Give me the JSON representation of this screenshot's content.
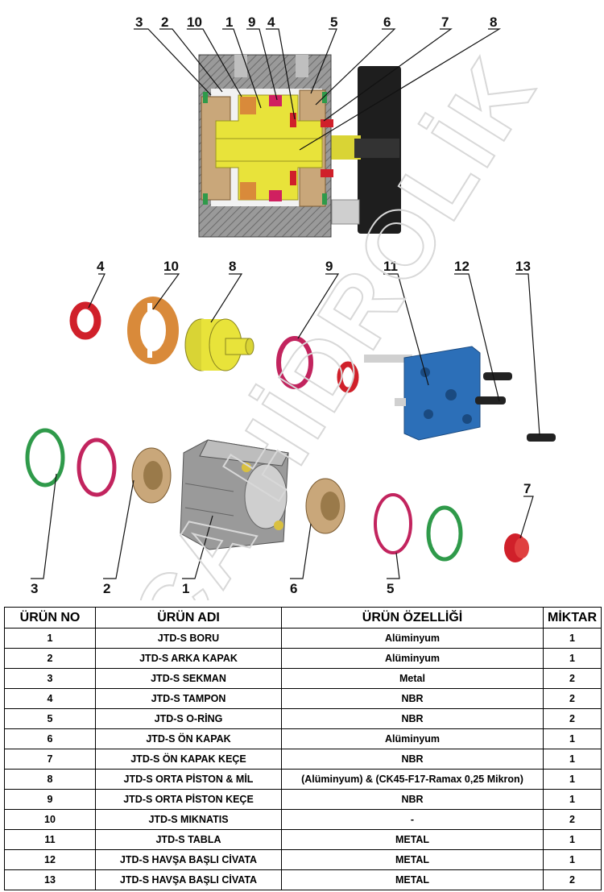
{
  "watermark": "ARICA HİDROLİK",
  "callouts": {
    "cross_section": [
      "3",
      "2",
      "10",
      "1",
      "9",
      "4",
      "5",
      "6",
      "7",
      "8"
    ],
    "exploded": [
      "4",
      "10",
      "8",
      "9",
      "11",
      "12",
      "13",
      "3",
      "2",
      "1",
      "6",
      "5",
      "7"
    ]
  },
  "colors": {
    "body_gray": "#8c8c8c",
    "piston_yellow": "#e8e33a",
    "cap_bronze": "#c9a77a",
    "magnet_orange": "#d98a3a",
    "seal_red": "#d0202a",
    "seal_magenta": "#c2245e",
    "circlip_green": "#2f9a4a",
    "plate_blue": "#2c6fb8",
    "plate_black": "#1e1e1e"
  },
  "table": {
    "headers": [
      "ÜRÜN NO",
      "ÜRÜN ADI",
      "ÜRÜN ÖZELLİĞİ",
      "MİKTAR"
    ],
    "rows": [
      [
        "1",
        "JTD-S  BORU",
        "Alüminyum",
        "1"
      ],
      [
        "2",
        "JTD-S  ARKA KAPAK",
        "Alüminyum",
        "1"
      ],
      [
        "3",
        "JTD-S  SEKMAN",
        "Metal",
        "2"
      ],
      [
        "4",
        "JTD-S  TAMPON",
        "NBR",
        "2"
      ],
      [
        "5",
        "JTD-S  O-RİNG",
        "NBR",
        "2"
      ],
      [
        "6",
        "JTD-S  ÖN KAPAK",
        "Alüminyum",
        "1"
      ],
      [
        "7",
        "JTD-S  ÖN KAPAK KEÇE",
        "NBR",
        "1"
      ],
      [
        "8",
        "JTD-S ORTA PİSTON & MİL",
        "(Alüminyum) & (CK45-F17-Ramax 0,25 Mikron)",
        "1"
      ],
      [
        "9",
        "JTD-S  ORTA PİSTON KEÇE",
        "NBR",
        "1"
      ],
      [
        "10",
        "JTD-S  MIKNATIS",
        "-",
        "2"
      ],
      [
        "11",
        "JTD-S  TABLA",
        "METAL",
        "1"
      ],
      [
        "12",
        "JTD-S HAVŞA BAŞLI CİVATA",
        "METAL",
        "1"
      ],
      [
        "13",
        "JTD-S HAVŞA BAŞLI CİVATA",
        "METAL",
        "2"
      ]
    ]
  }
}
